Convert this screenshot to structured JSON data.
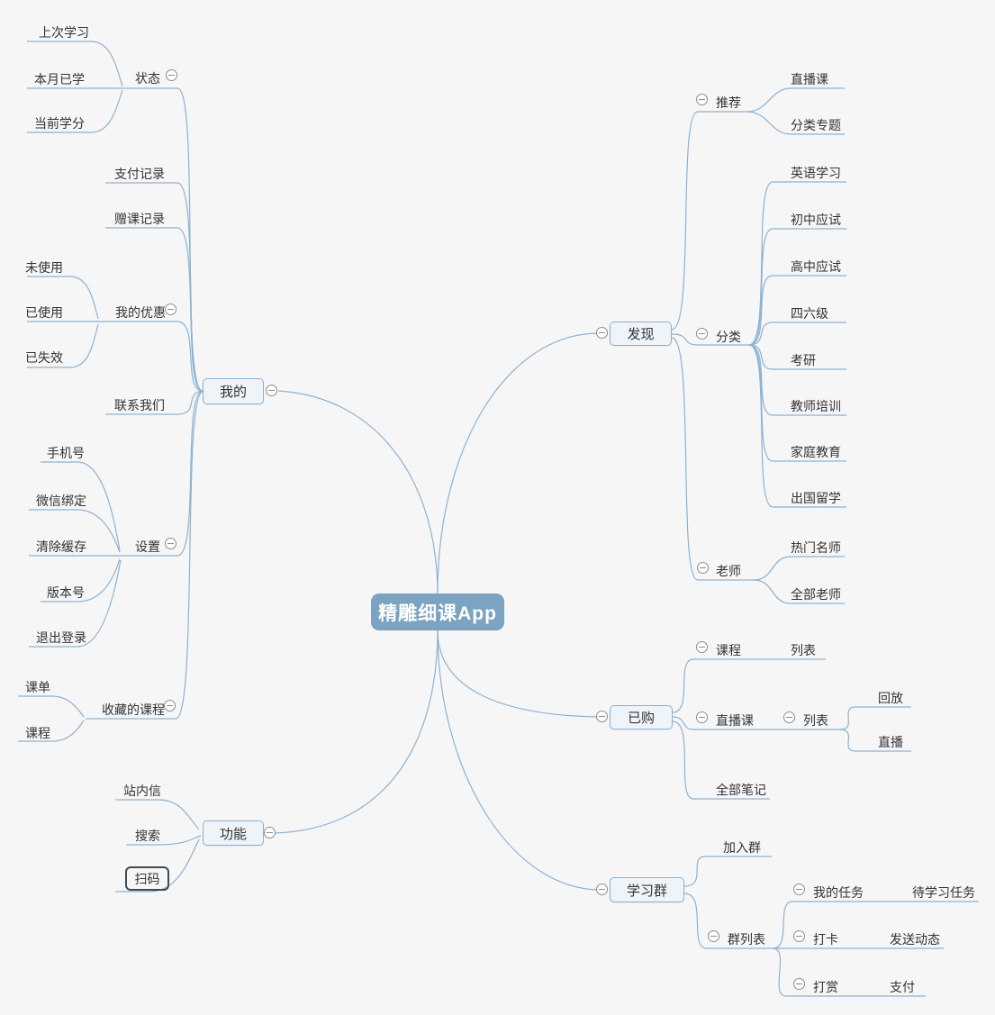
{
  "theme": {
    "background": "#f6f6f6",
    "line": "#8db2d2",
    "text": "#333333",
    "node_fill": "#eff4f9",
    "node_border": "#8ab0cf",
    "root_fill": "#7ca3c1",
    "root_text": "#ffffff",
    "selection_border": "#3d4c55",
    "icon_border": "#8c8c8c"
  },
  "icons": {
    "collapse": "minus-in-circle"
  },
  "mindmap": {
    "root": "精雕细课App",
    "mine": {
      "label": "我的",
      "status": {
        "label": "状态",
        "last_study": "上次学习",
        "month_studied": "本月已学",
        "current_credits": "当前学分"
      },
      "payment_records": "支付记录",
      "gift_course_records": "赠课记录",
      "coupons": {
        "label": "我的优惠",
        "unused": "未使用",
        "used": "已使用",
        "expired": "已失效"
      },
      "contact_us": "联系我们",
      "settings": {
        "label": "设置",
        "phone": "手机号",
        "wechat_bind": "微信绑定",
        "clear_cache": "清除缓存",
        "version": "版本号",
        "logout": "退出登录"
      },
      "favorites": {
        "label": "收藏的课程",
        "course_sheet": "课单",
        "course": "课程"
      }
    },
    "features": {
      "label": "功能",
      "inbox": "站内信",
      "search": "搜索",
      "scan": "扫码"
    },
    "discover": {
      "label": "发现",
      "recommend": {
        "label": "推荐",
        "live_course": "直播课",
        "category_topics": "分类专题"
      },
      "categories": {
        "label": "分类",
        "items": [
          "英语学习",
          "初中应试",
          "高中应试",
          "四六级",
          "考研",
          "教师培训",
          "家庭教育",
          "出国留学"
        ]
      },
      "teachers": {
        "label": "老师",
        "hot": "热门名师",
        "all": "全部老师"
      }
    },
    "purchased": {
      "label": "已购",
      "courses": {
        "label": "课程",
        "list": "列表"
      },
      "live": {
        "label": "直播课",
        "list": {
          "label": "列表",
          "replay": "回放",
          "live_now": "直播"
        }
      },
      "all_notes": "全部笔记"
    },
    "study_groups": {
      "label": "学习群",
      "join": "加入群",
      "group_list": {
        "label": "群列表",
        "my_tasks": {
          "label": "我的任务",
          "todo": "待学习任务"
        },
        "checkin": {
          "label": "打卡",
          "post": "发送动态"
        },
        "reward": {
          "label": "打赏",
          "pay": "支付"
        }
      }
    }
  }
}
